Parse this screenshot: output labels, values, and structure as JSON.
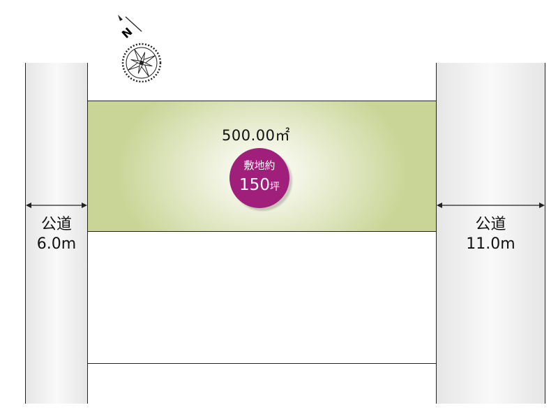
{
  "roads": {
    "left": {
      "name": "公道",
      "width": "6.0m"
    },
    "right": {
      "name": "公道",
      "width": "11.0m"
    }
  },
  "plot": {
    "area": "500.00㎡",
    "badge_top": "敷地約",
    "badge_value": "150",
    "badge_unit": "坪"
  },
  "compass": {
    "label": "N"
  },
  "colors": {
    "plot": "#c8d596",
    "badge": "#a01f7a",
    "road": "#e6e6e6"
  }
}
